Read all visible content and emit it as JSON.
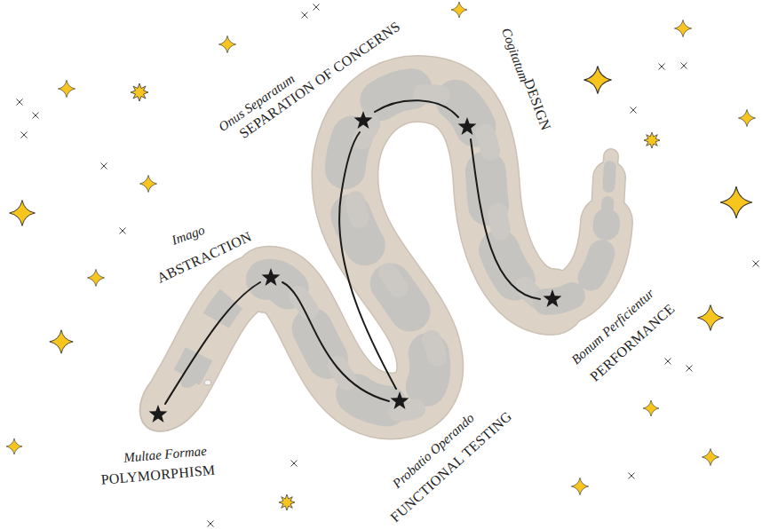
{
  "diagram": {
    "labels": [
      "Onus Separatum",
      "SEPARATION OF CONCERNS",
      "Cogitatum",
      "DESIGN",
      "Imago",
      "ABSTRACTION",
      "Bonum Perficientur",
      "PERFORMANCE",
      "Multae Formae",
      "POLYMORPHISM",
      "Probatio Operando",
      "FUNCTIONAL TESTING"
    ]
  }
}
